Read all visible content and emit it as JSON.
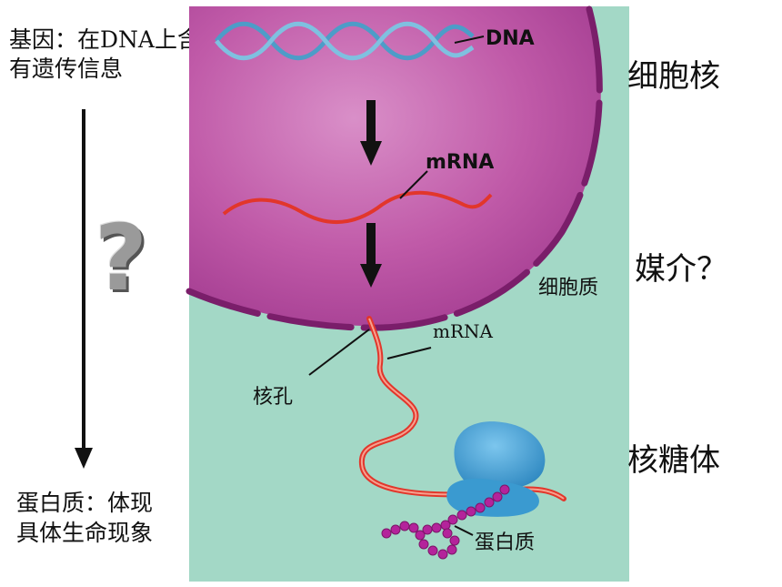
{
  "left": {
    "gene_line1": "基因：在DNA上含",
    "gene_line2": "有遗传信息",
    "question_mark": "?",
    "protein_line1": "蛋白质：体现",
    "protein_line2": "具体生命现象"
  },
  "right": {
    "nucleus": "细胞核",
    "medium": "媒介？",
    "ribosome": "核糖体"
  },
  "figure": {
    "dna": "DNA",
    "mrna_top": "mRNA",
    "cytoplasm": "细胞质",
    "mrna_bottom": "mRNA",
    "nuclear_pore": "核孔",
    "protein": "蛋白质"
  },
  "colors": {
    "cytoplasm": "#a3d8c6",
    "nucleus": "#c05aa8",
    "membrane": "#7a1e6a",
    "mrna": "#e2362b",
    "dna": "#4d9cc8",
    "ribosome": "#3a9ad0",
    "protein_beads": "#b4239b"
  }
}
